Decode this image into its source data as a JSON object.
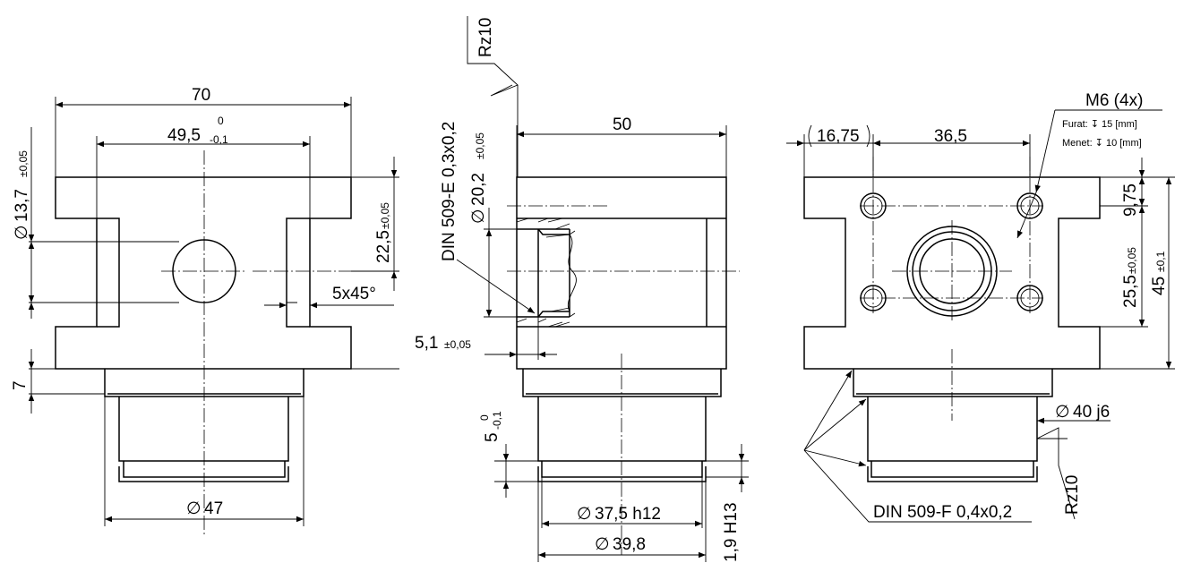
{
  "diameter_symbol": "∅",
  "front_view": {
    "dim_width": "70",
    "dim_inner": "49,5",
    "dim_inner_tol_upper": "0",
    "dim_inner_tol_lower": "-0,1",
    "dim_bore": "13,7",
    "dim_bore_tol": "±0,05",
    "dim_height": "22,5",
    "dim_height_tol": "±0,05",
    "dim_chamfer": "5x45°",
    "dim_step": "7",
    "dim_bottom_dia": "47"
  },
  "side_view": {
    "surface_roughness": "Rz10",
    "undercut_note": "DIN 509-E 0,3x0,2",
    "dim_bore": "20,2",
    "dim_bore_tol": "±0,05",
    "dim_length": "50",
    "dim_depth": "5,1",
    "dim_depth_tol": "±0,05",
    "dim_groove_pos": "5",
    "dim_groove_pos_tol_upper": "0",
    "dim_groove_pos_tol_lower": "-0,1",
    "dim_groove_width": "1,9 H13",
    "dim_groove_dia": "37,5 h12",
    "dim_shaft_dia": "39,8"
  },
  "top_view": {
    "thread_callout": "M6 (4x)",
    "drill_depth": "Furat: ↧ 15 [mm]",
    "thread_depth": "Menet: ↧ 10 [mm]",
    "dim_offset": "16,75",
    "dim_spacing": "36,5",
    "dim_hole_top": "9,75",
    "dim_hole_spacing": "25,5",
    "dim_hole_spacing_tol": "±0,05",
    "dim_total_height": "45",
    "dim_total_height_tol": "±0,1",
    "dim_shaft_dia": "40 j6",
    "surface_roughness": "Rz10",
    "undercut_note": "DIN 509-F 0,4x0,2"
  }
}
